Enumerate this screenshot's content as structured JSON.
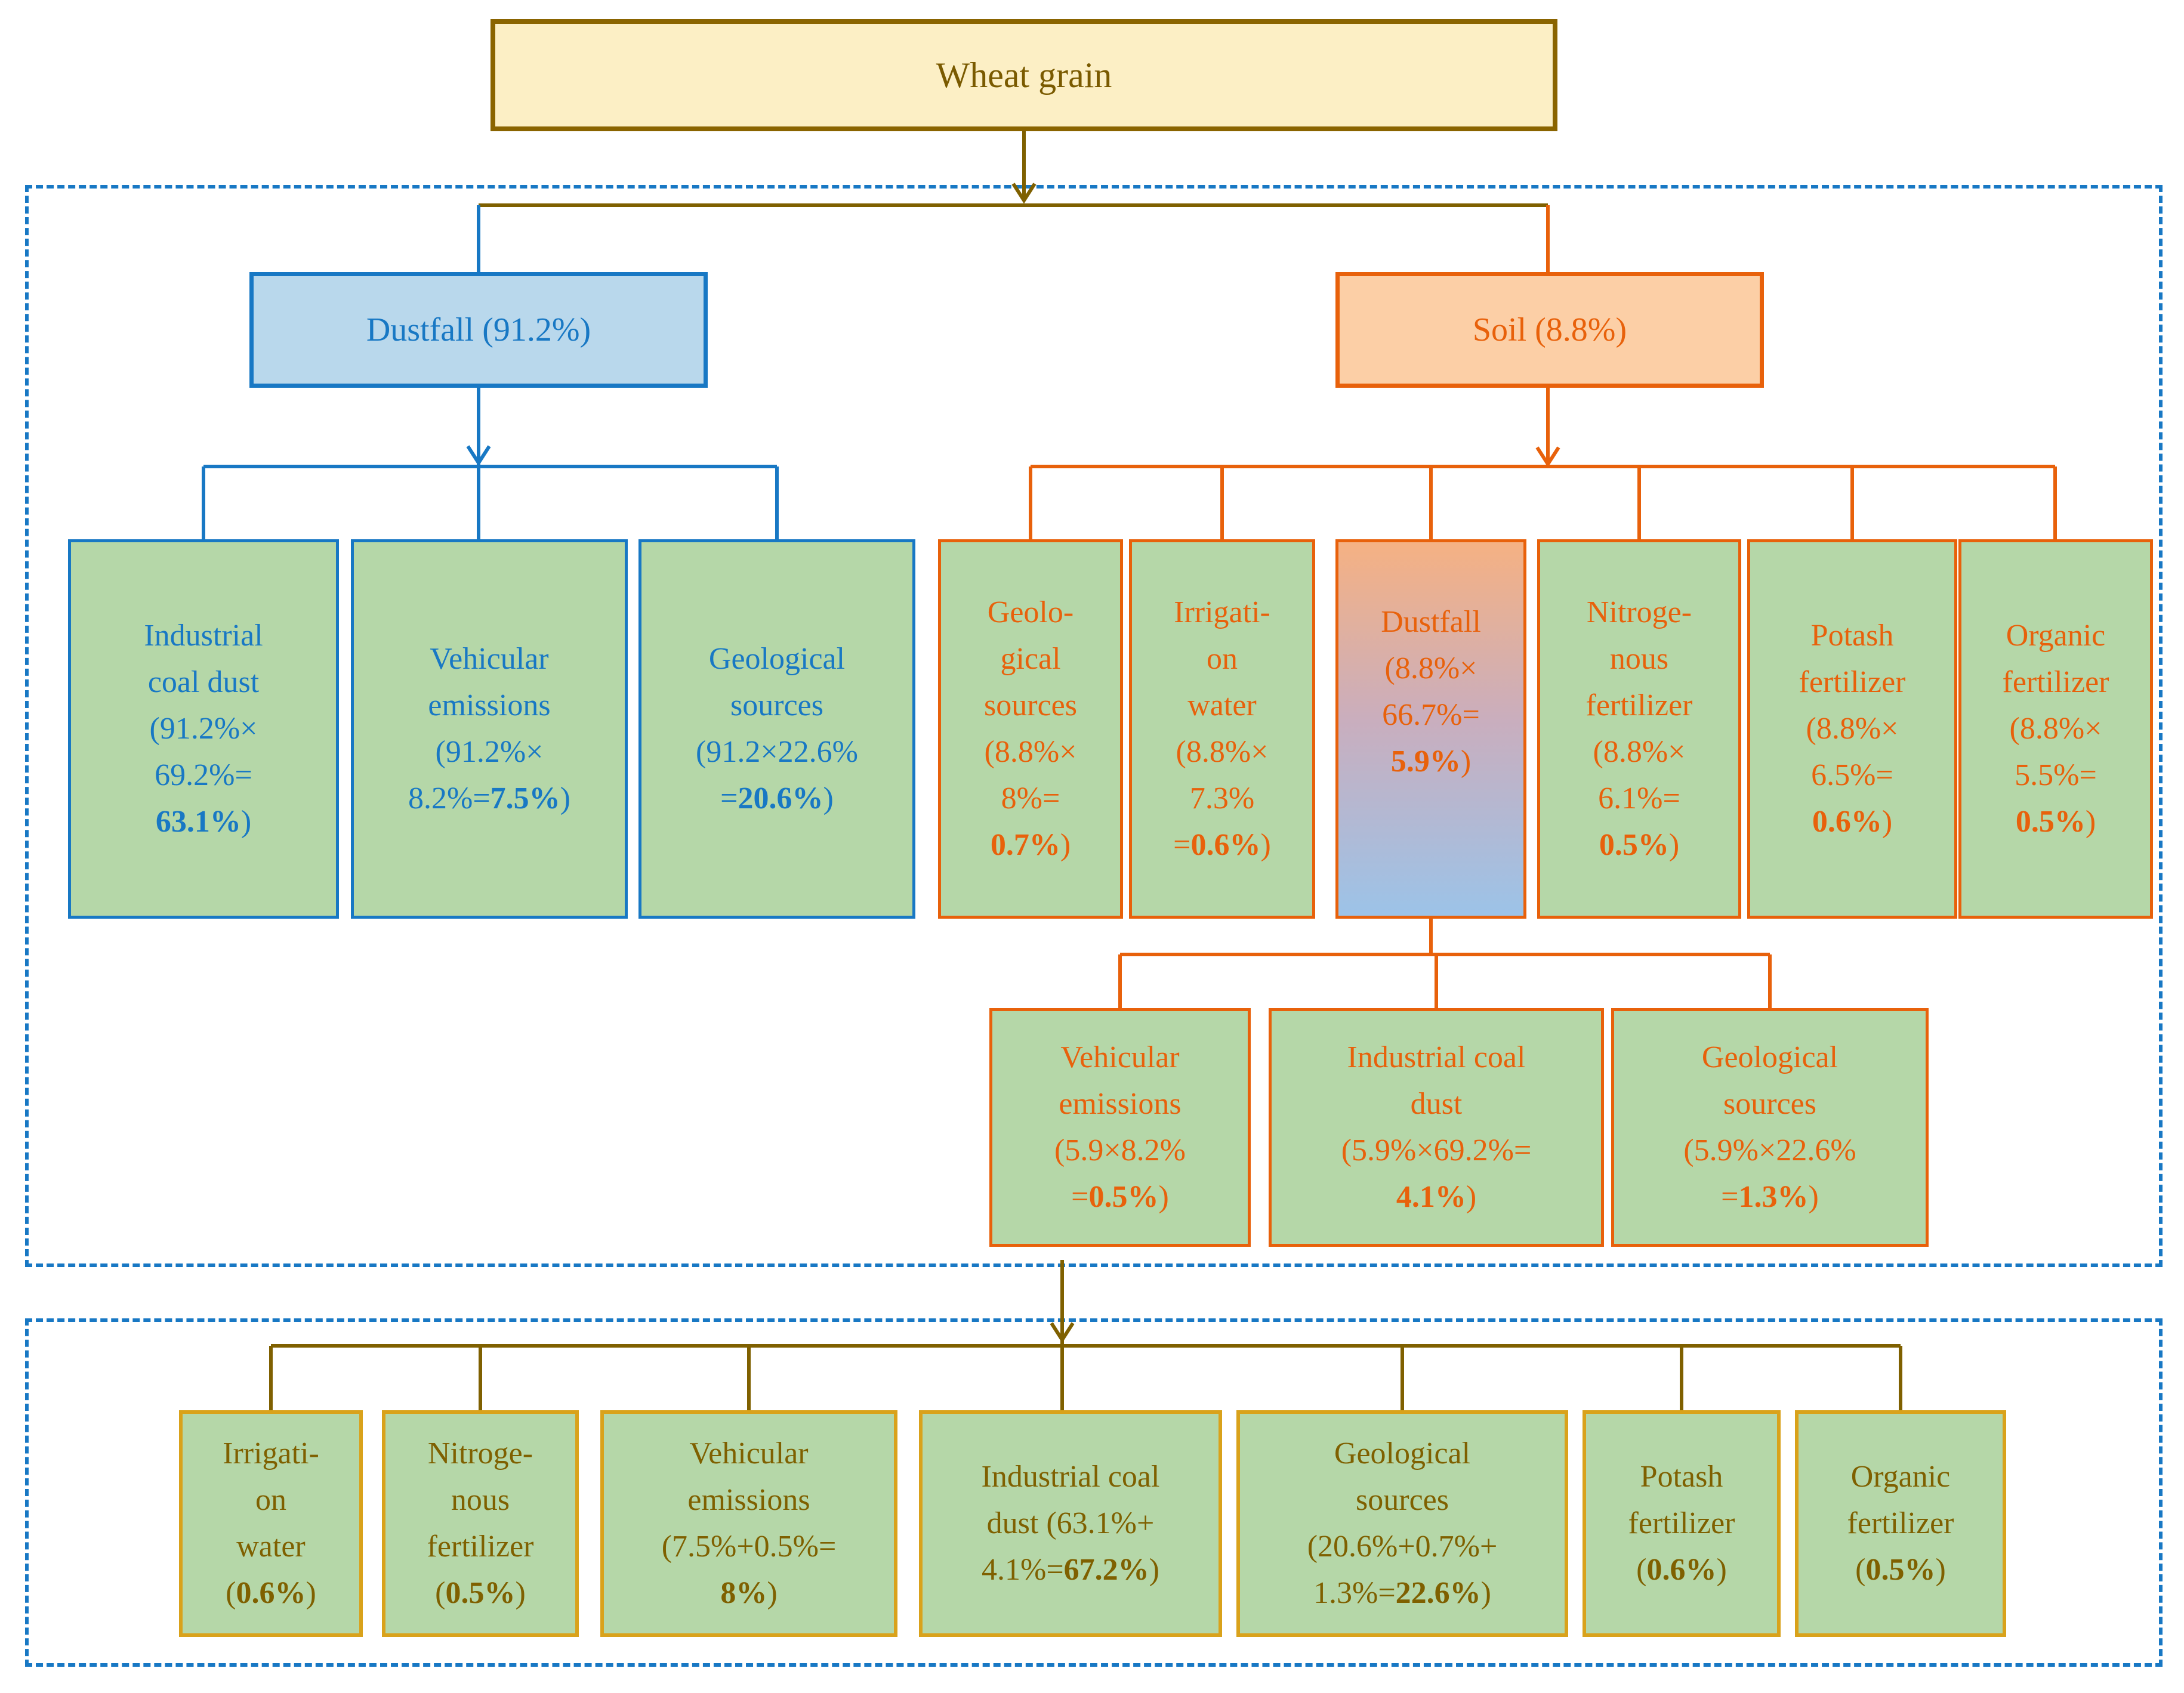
{
  "root": {
    "label": "Wheat grain"
  },
  "branches": {
    "dustfall": {
      "label": "Dustfall (91.2%)"
    },
    "soil": {
      "label": "Soil (8.8%)"
    }
  },
  "dustfall_children": [
    {
      "name": "industrial-coal-dust",
      "lines": [
        "Industrial",
        "coal dust",
        "(91.2%×",
        "69.2%=",
        "**63.1%**)"
      ]
    },
    {
      "name": "vehicular-emissions",
      "lines": [
        "Vehicular",
        "emissions",
        "(91.2%×",
        "8.2%=**7.5%**)"
      ]
    },
    {
      "name": "geological-sources",
      "lines": [
        "Geological",
        "sources",
        "(91.2×22.6%",
        "=**20.6%**)"
      ]
    }
  ],
  "soil_children": [
    {
      "name": "geological-sources",
      "lines": [
        "Geolo-",
        "gical",
        "sources",
        "(8.8%×",
        "8%=",
        "**0.7%**)"
      ]
    },
    {
      "name": "irrigation-water",
      "lines": [
        "Irrigati-",
        "on",
        "water",
        "(8.8%×",
        "7.3%",
        "=**0.6%**)"
      ]
    },
    {
      "name": "dustfall",
      "gradient": true,
      "lines": [
        "Dustfall",
        "(8.8%×",
        "66.7%=",
        "**5.9%**)"
      ]
    },
    {
      "name": "nitrogenous-fertilizer",
      "lines": [
        "Nitroge-",
        "nous",
        "fertilizer",
        "(8.8%×",
        "6.1%=",
        "**0.5%**)"
      ]
    },
    {
      "name": "potash-fertilizer",
      "lines": [
        "Potash",
        "fertilizer",
        "(8.8%×",
        "6.5%=",
        "**0.6%**)"
      ]
    },
    {
      "name": "organic-fertilizer",
      "lines": [
        "Organic",
        "fertilizer",
        "(8.8%×",
        "5.5%=",
        "**0.5%**)"
      ]
    }
  ],
  "soil_dustfall_children": [
    {
      "name": "vehicular-emissions",
      "lines": [
        "Vehicular",
        "emissions",
        "(5.9×8.2%",
        "=**0.5%**)"
      ]
    },
    {
      "name": "industrial-coal-dust",
      "lines": [
        "Industrial coal",
        "dust",
        "(5.9%×69.2%=",
        "**4.1%**)"
      ]
    },
    {
      "name": "geological-sources",
      "lines": [
        "Geological",
        "sources",
        "(5.9%×22.6%",
        "=**1.3%**)"
      ]
    }
  ],
  "totals": [
    {
      "name": "irrigation-water",
      "lines": [
        "Irrigati-",
        "on",
        "water",
        "(**0.6%**)"
      ]
    },
    {
      "name": "nitrogenous-fertilizer",
      "lines": [
        "Nitroge-",
        "nous",
        "fertilizer",
        "(**0.5%**)"
      ]
    },
    {
      "name": "vehicular-emissions",
      "lines": [
        "Vehicular",
        "emissions",
        "(7.5%+0.5%=",
        "**8%**)"
      ]
    },
    {
      "name": "industrial-coal-dust",
      "lines": [
        "Industrial coal",
        "dust (63.1%+",
        "4.1%=**67.2%**)"
      ]
    },
    {
      "name": "geological-sources",
      "lines": [
        "Geological",
        "sources",
        "(20.6%+0.7%+",
        "1.3%=**22.6%**)"
      ]
    },
    {
      "name": "potash-fertilizer",
      "lines": [
        "Potash",
        "fertilizer",
        "(**0.6%**)"
      ]
    },
    {
      "name": "organic-fertilizer",
      "lines": [
        "Organic",
        "fertilizer",
        "(**0.5%**)"
      ]
    }
  ],
  "colors": {
    "blue": "#1878c4",
    "orange": "#e8610b",
    "olive": "#7f6000",
    "gold_border": "#d9a21b",
    "green_fill": "#B5D7A8",
    "cream_fill": "#FCEFC5",
    "dustfall_fill": "#b9d8ec",
    "soil_fill": "#fccfa6",
    "gradient_top": "#F5B183",
    "gradient_bottom": "#9CC3E8"
  }
}
